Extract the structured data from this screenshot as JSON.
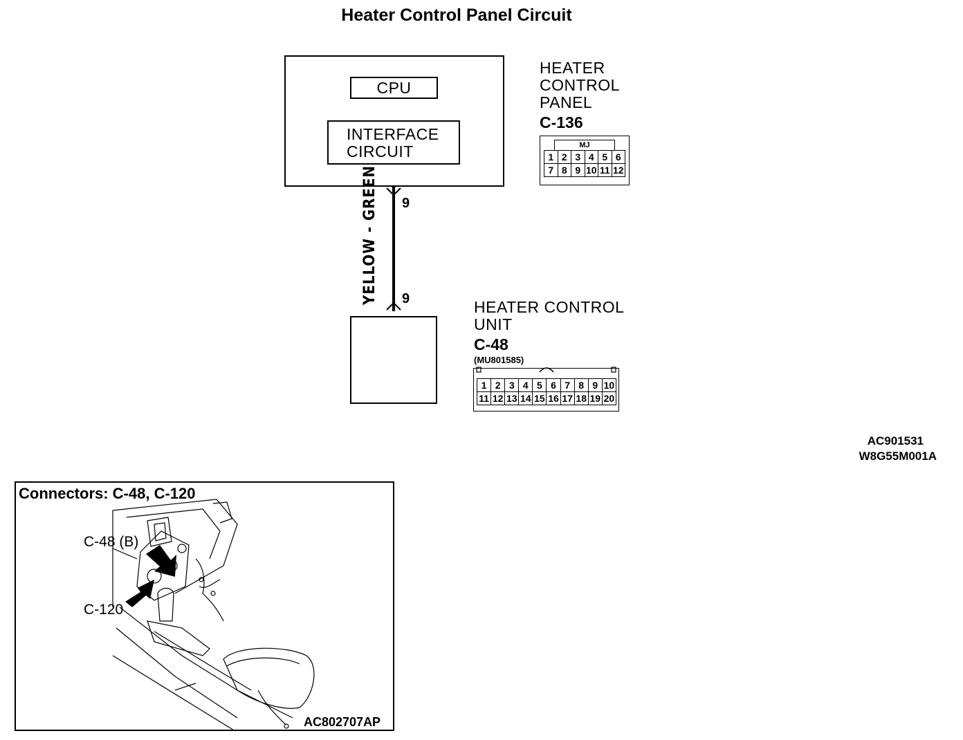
{
  "title": "Heater Control Panel Circuit",
  "panel_block": {
    "cpu_label": "CPU",
    "interface_line1": "INTERFACE",
    "interface_line2": "CIRCUIT"
  },
  "c136": {
    "name_line1": "HEATER",
    "name_line2": "CONTROL",
    "name_line3": "PANEL",
    "connector_id": "C-136",
    "connector_tag": "MJ",
    "pins_row1": [
      "1",
      "2",
      "3",
      "4",
      "5",
      "6"
    ],
    "pins_row2": [
      "7",
      "8",
      "9",
      "10",
      "11",
      "12"
    ]
  },
  "wire": {
    "color_label": "YELLOW - GREEN",
    "pin_top": "9",
    "pin_bottom": "9"
  },
  "c48": {
    "name_line1": "HEATER CONTROL",
    "name_line2": "UNIT",
    "connector_id": "C-48",
    "part_number": "(MU801585)",
    "pins_row1": [
      "1",
      "2",
      "3",
      "4",
      "5",
      "6",
      "7",
      "8",
      "9",
      "10"
    ],
    "pins_row2": [
      "11",
      "12",
      "13",
      "14",
      "15",
      "16",
      "17",
      "18",
      "19",
      "20"
    ]
  },
  "refs": {
    "code1": "AC901531",
    "code2": "W8G55M001A"
  },
  "location": {
    "title": "Connectors: C-48, C-120",
    "callout_c48": "C-48 (B)",
    "callout_c120": "C-120",
    "figure_code": "AC802707AP"
  }
}
